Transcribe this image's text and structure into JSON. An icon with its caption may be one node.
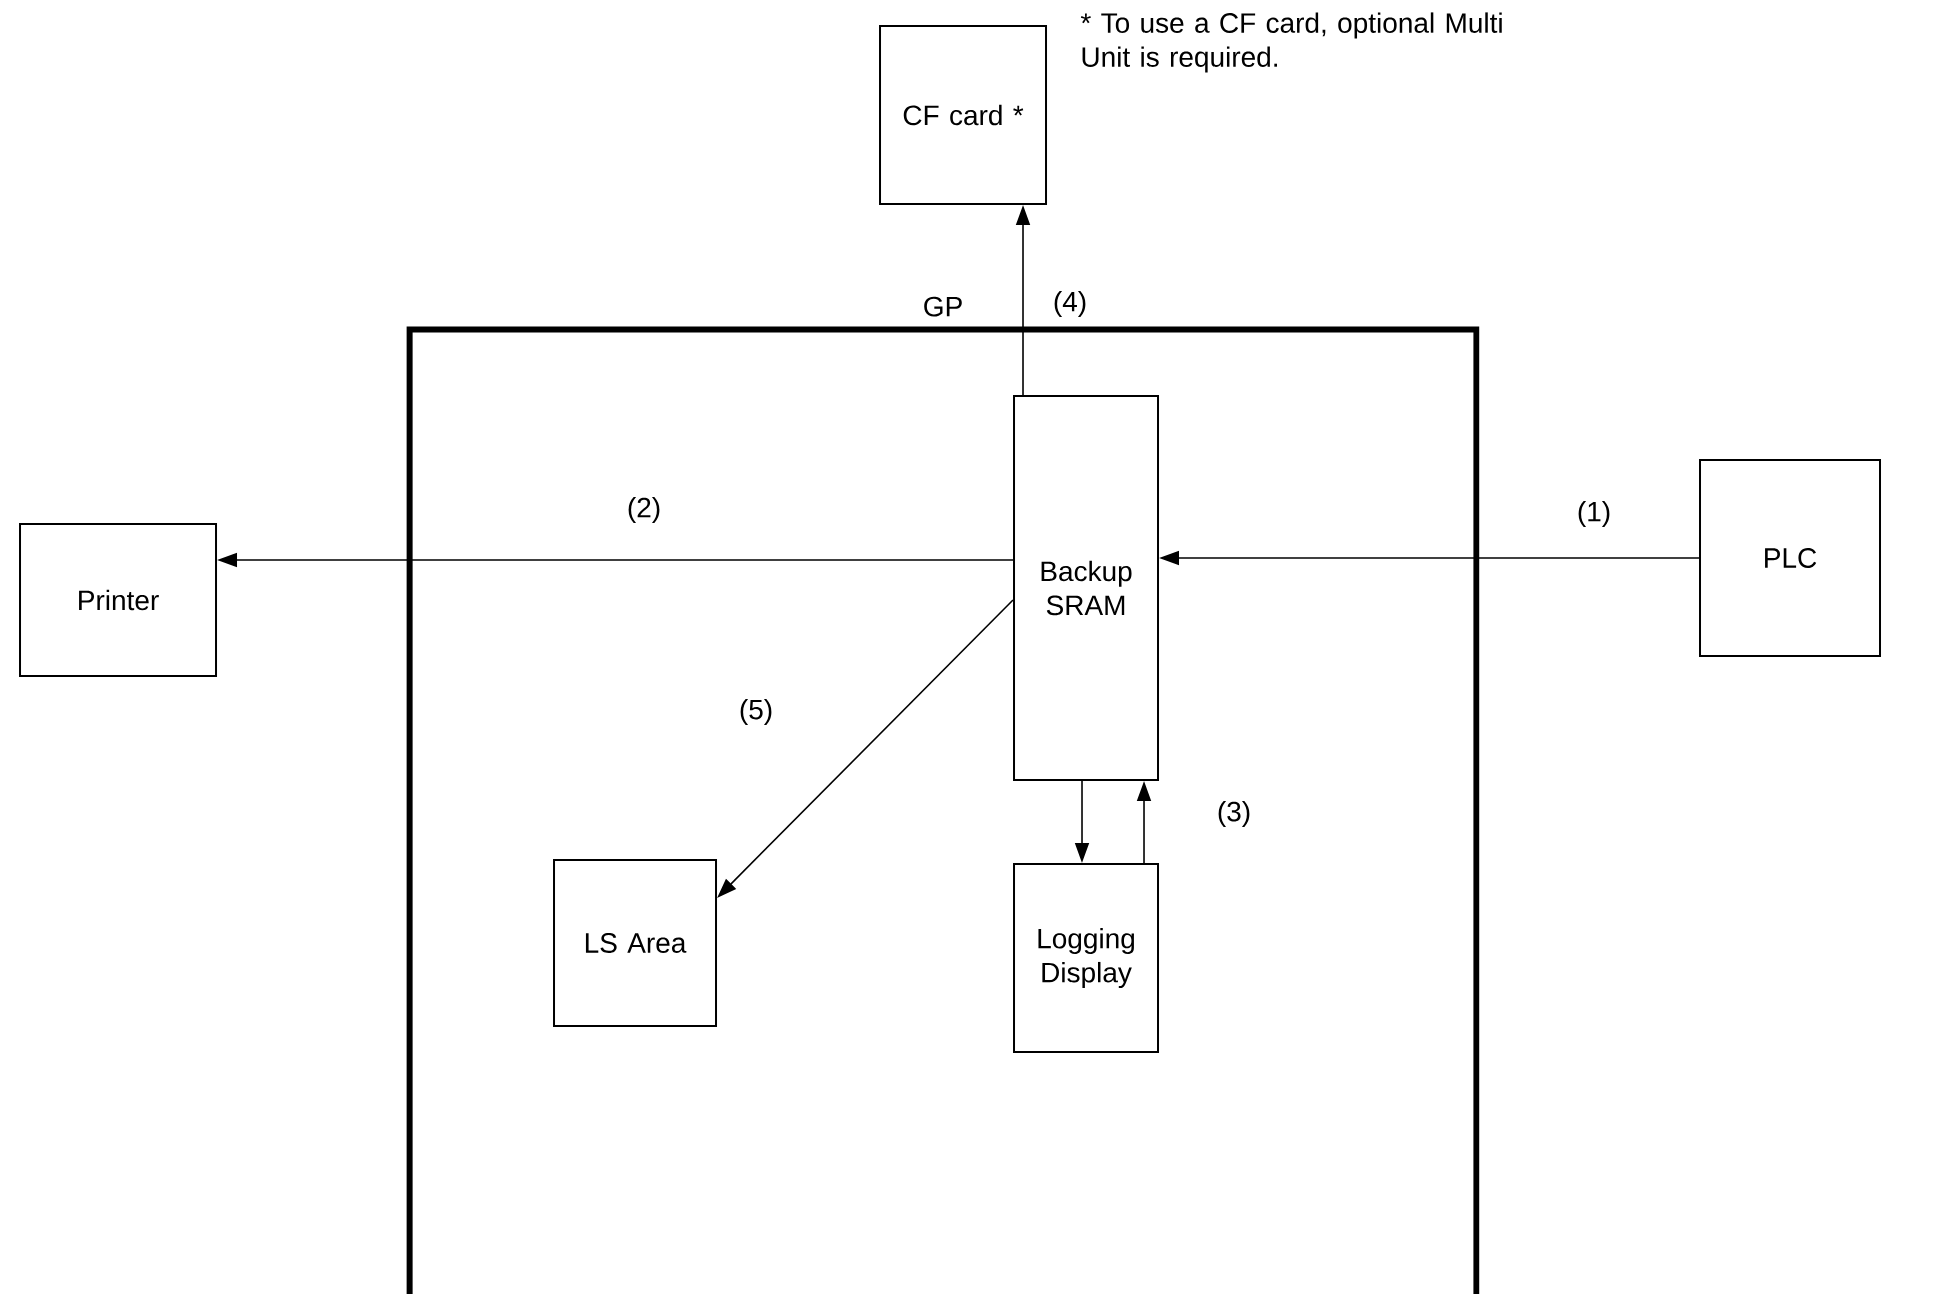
{
  "diagram": {
    "nodes": [
      {
        "text": [
          "GP"
        ]
      },
      {
        "text": [
          "CF card *"
        ]
      },
      {
        "text": [
          "Printer"
        ]
      },
      {
        "text": [
          "Backup SRAM"
        ],
        "in": 0
      },
      {
        "text": [
          "PLC"
        ]
      },
      {
        "text": [
          "LS Area"
        ],
        "in": 0
      },
      {
        "text": [
          "Logging Display"
        ],
        "in": 0
      }
    ],
    "edges": [
      {
        "from": 4,
        "to": 3,
        "arrow": "to",
        "label": "(1)"
      },
      {
        "from": 3,
        "to": 2,
        "arrow": "to",
        "label": "(2)"
      },
      {
        "from": 3,
        "to": 6,
        "arrow": "to"
      },
      {
        "from": 6,
        "to": 3,
        "arrow": "to",
        "label": "(3)"
      },
      {
        "from": 3,
        "to": 1,
        "arrow": "to",
        "label": "(4)"
      },
      {
        "from": 3,
        "to": 5,
        "arrow": "to",
        "label": "(5)"
      }
    ],
    "labels": [
      "* To use a CF card, optional Multi Unit is required."
    ]
  }
}
